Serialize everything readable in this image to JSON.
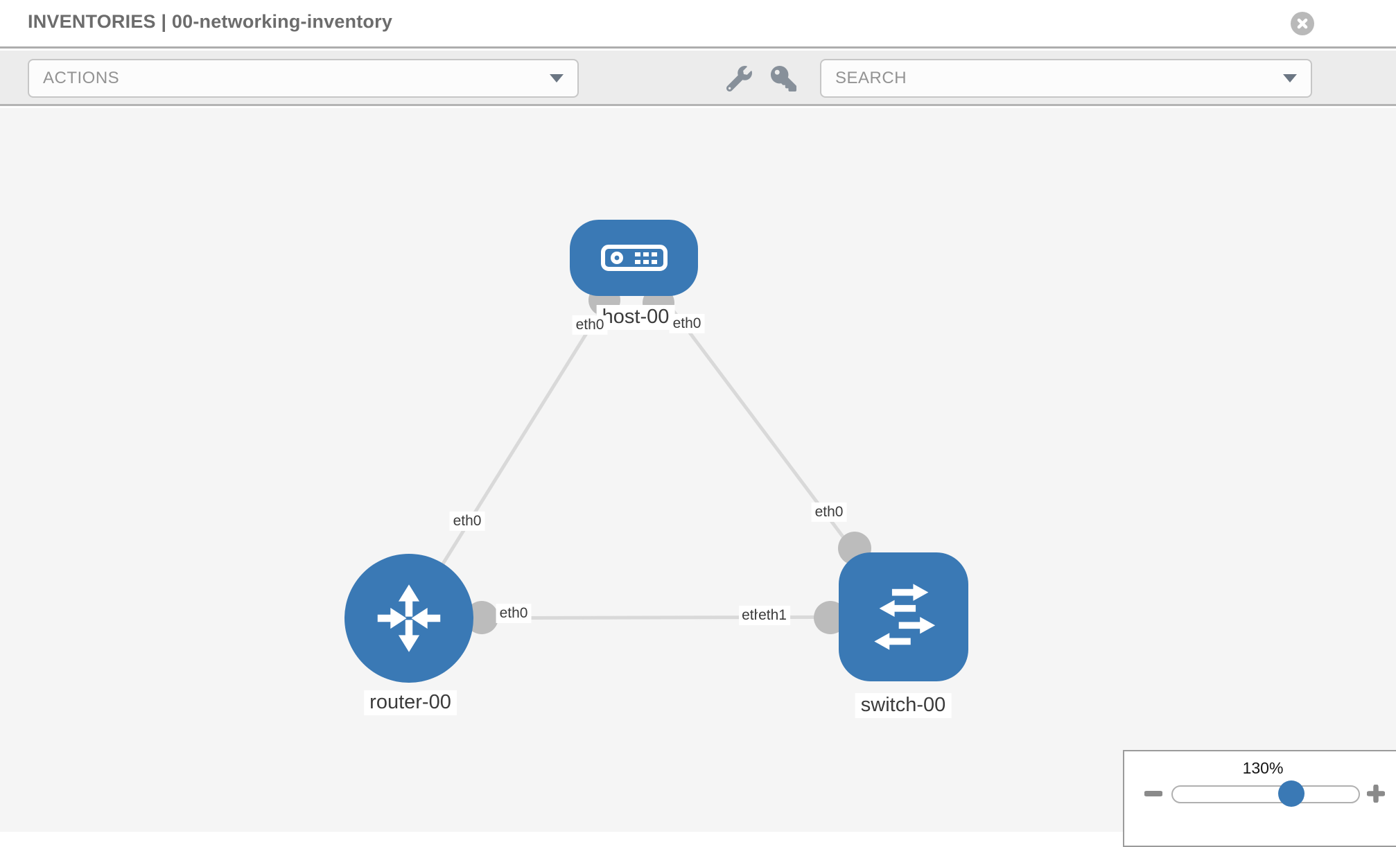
{
  "header": {
    "title": "INVENTORIES | 00-networking-inventory"
  },
  "toolbar": {
    "actions": {
      "label": "ACTIONS"
    },
    "search": {
      "label": "SEARCH"
    },
    "icons": [
      "wrench-icon",
      "key-icon"
    ]
  },
  "topology": {
    "nodes": [
      {
        "label": "host-00",
        "type": "host"
      },
      {
        "label": "router-00",
        "type": "router"
      },
      {
        "label": "switch-00",
        "type": "switch"
      }
    ],
    "links": [
      {
        "from": "host-00",
        "to": "router-00",
        "from_interface": "eth0",
        "to_interface": "eth0"
      },
      {
        "from": "host-00",
        "to": "switch-00",
        "from_interface": "eth0",
        "to_interface": "eth0"
      },
      {
        "from": "router-00",
        "to": "switch-00",
        "from_interface": "eth0",
        "to_interface": "eth1",
        "to_interface_overlapped": "eth0"
      }
    ]
  },
  "zoom_control": {
    "value": "130%",
    "percent": 64,
    "minus_icon": "minus",
    "plus_icon": "plus"
  },
  "colors": {
    "node_blue": "#3a79b5",
    "link_gray": "#d9d9d9",
    "port_gray": "#bcbcbc",
    "canvas_bg": "#f5f5f5",
    "toolbar_bg": "#ececec"
  }
}
